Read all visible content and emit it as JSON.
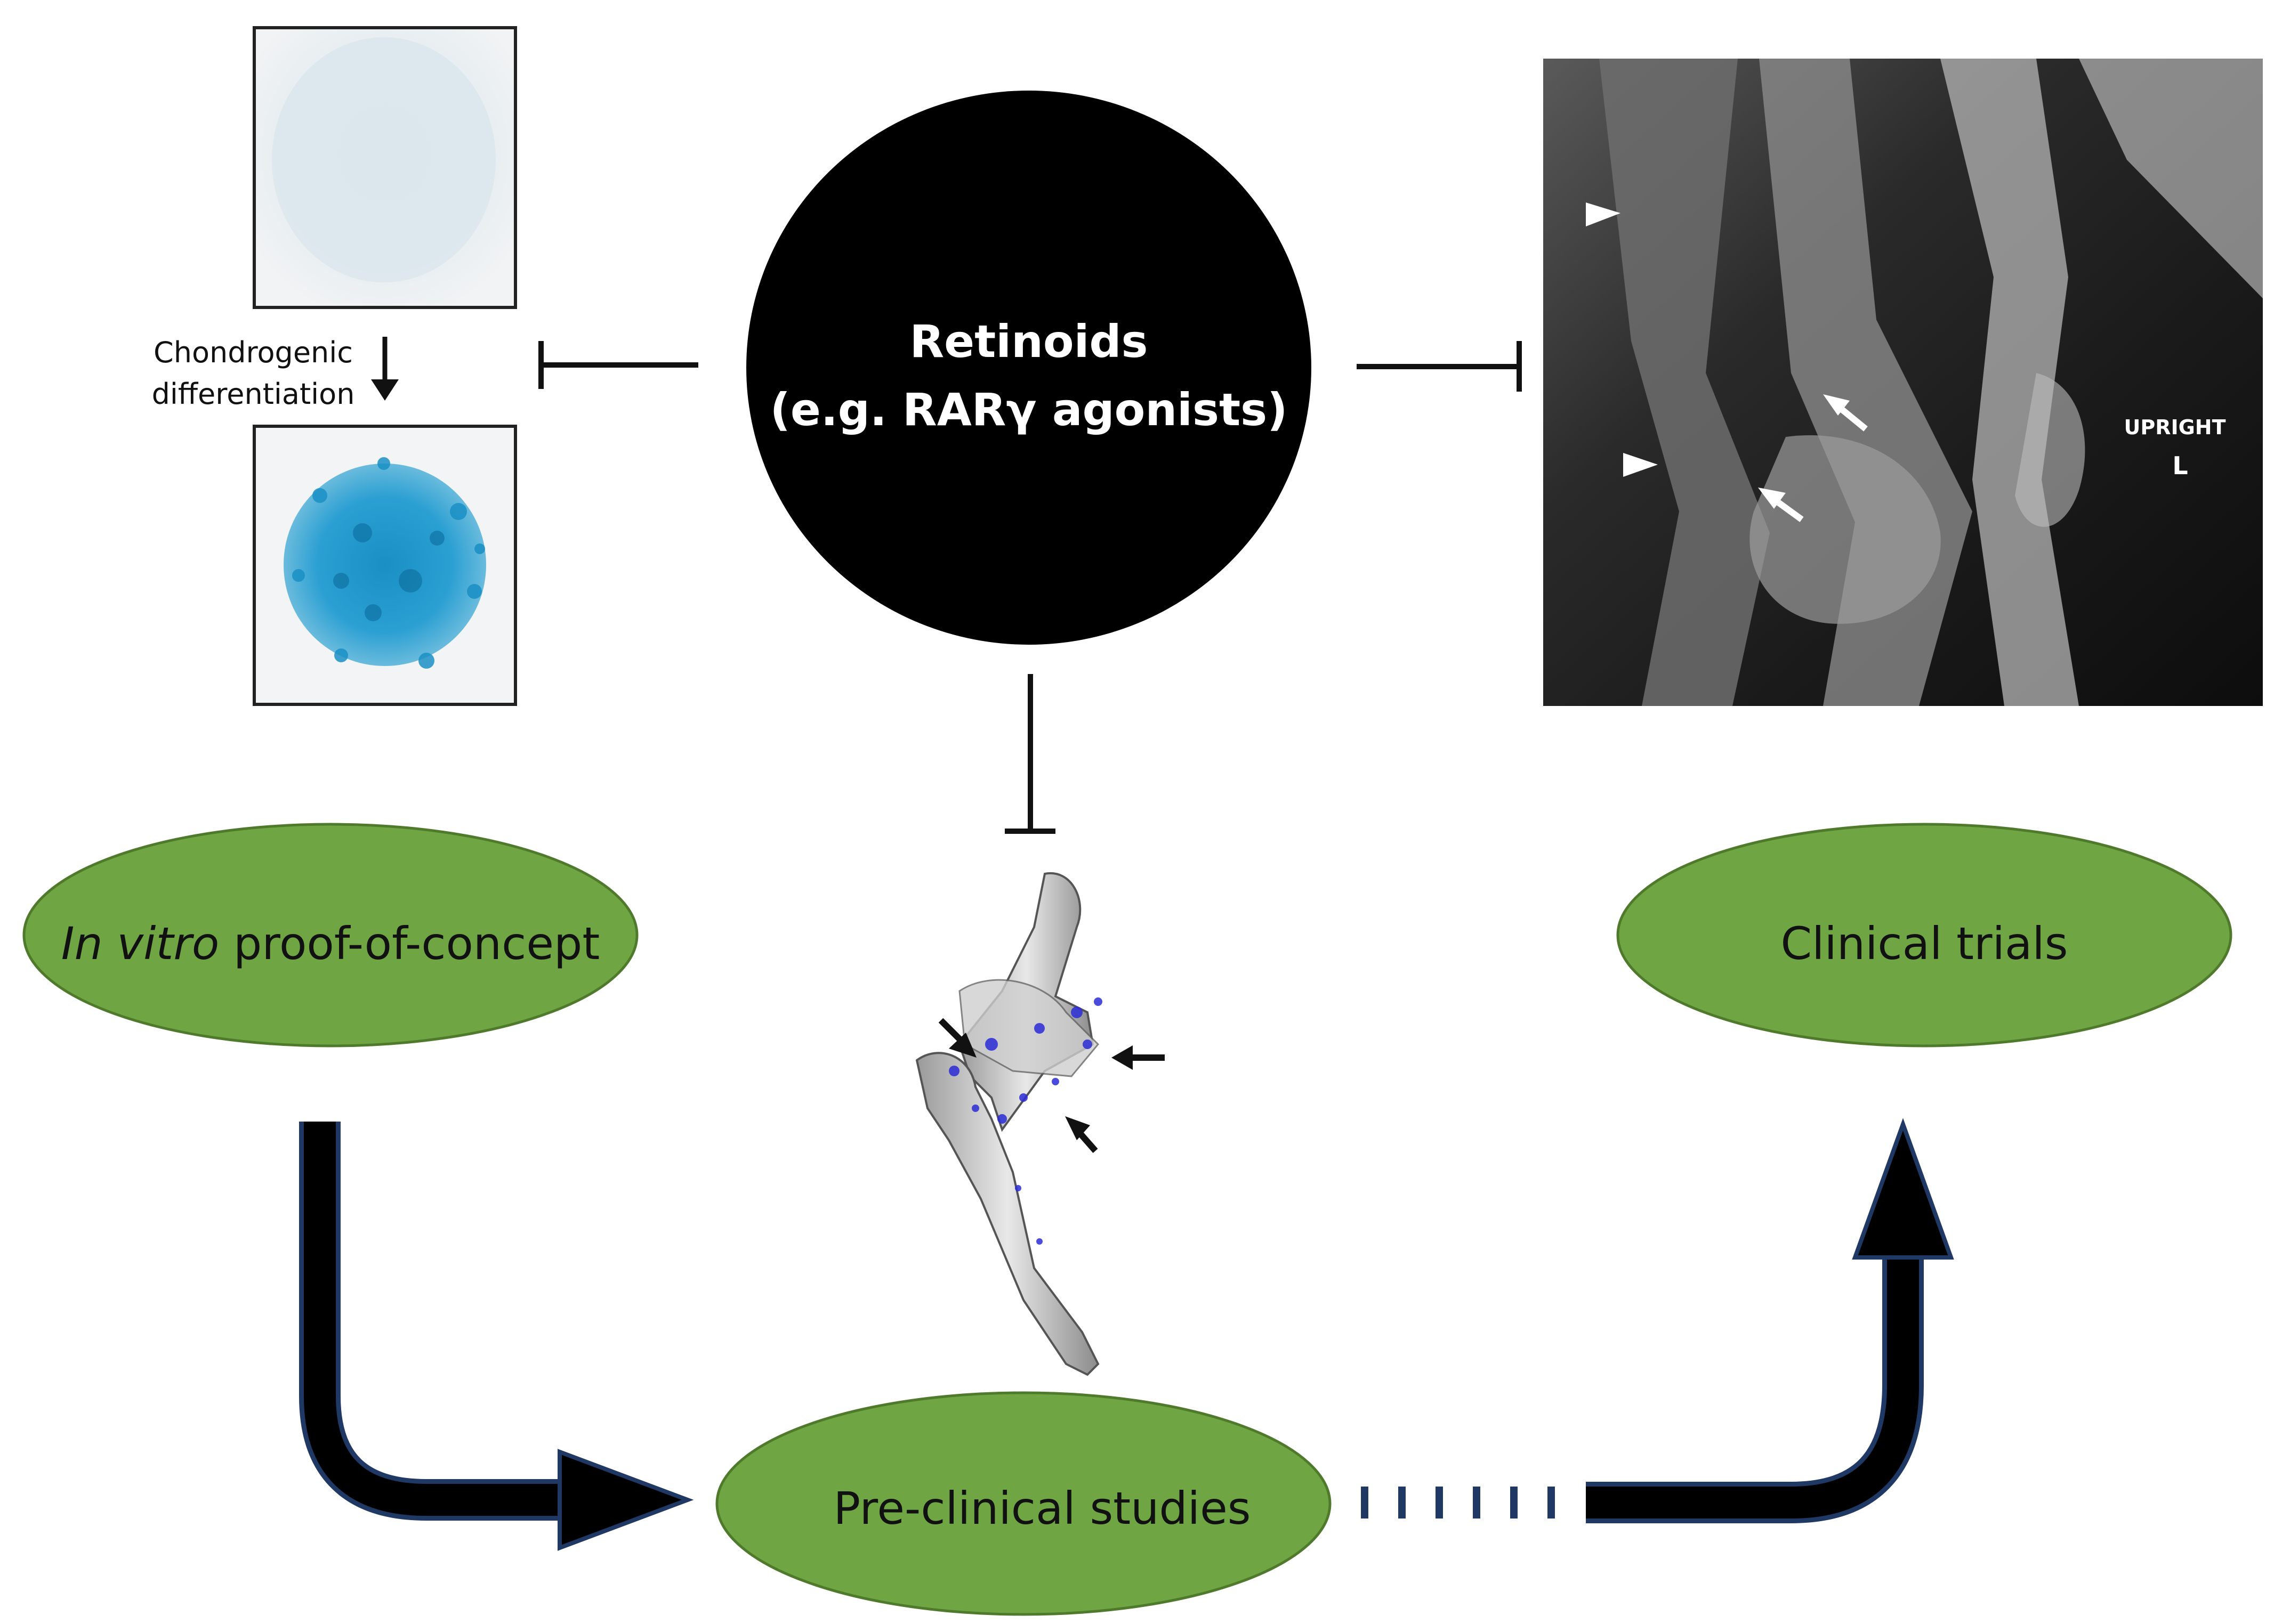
{
  "center": {
    "title": "Retinoids",
    "subtitle": "(e.g. RARγ agonists)"
  },
  "in_vitro": {
    "label_italic": "In vitro",
    "label_rest": " proof-of-concept",
    "arrow_label_line1": "Chondrogenic",
    "arrow_label_line2": "differentiation"
  },
  "clinical": {
    "label": "Clinical trials",
    "xray_text_upright": "UPRIGHT",
    "xray_text_side": "L"
  },
  "preclinical": {
    "label": "Pre-clinical studies"
  },
  "colors": {
    "ellipse_fill": "#70a543",
    "ellipse_stroke": "#4f7a2c",
    "circle_fill": "#000000",
    "alcian_blue": "#1a8fc4",
    "flow_arrow": "#000000",
    "flow_arrow_edge": "#1f3864"
  },
  "icons": {
    "inhibit_left": "inhibition-bar-icon",
    "inhibit_right": "inhibition-bar-icon",
    "inhibit_down": "inhibition-bar-icon"
  }
}
